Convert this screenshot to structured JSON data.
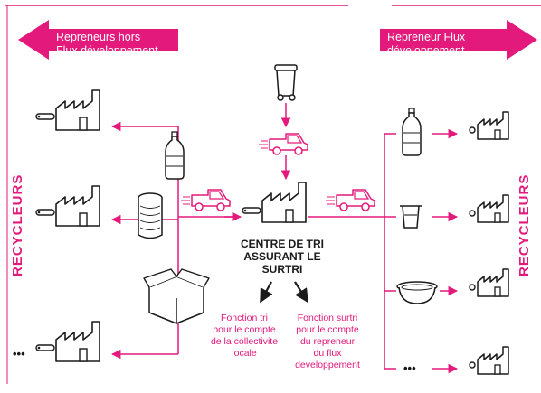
{
  "colors": {
    "accent": "#e3197b",
    "ink": "#1a1a1a",
    "paper": "#ffffff"
  },
  "left_banner": {
    "line1": "Repreneurs hors",
    "line2": "Flux développement"
  },
  "right_banner": {
    "line1": "Repreneur Flux",
    "line2": "développement"
  },
  "left_side_label": "RECYCLEURS",
  "right_side_label": "RECYCLEURS",
  "center": {
    "line1": "CENTRE DE TRI",
    "line2": "ASSURANT LE",
    "line3": "SURTRI"
  },
  "function_local": {
    "line1": "Fonction tri",
    "line2": "pour le compte",
    "line3": "de la collectivite",
    "line4": "locale"
  },
  "function_surtri": {
    "line1": "Fonction surtri",
    "line2": "pour le compte",
    "line3": "du repreneur",
    "line4": "du flux",
    "line5": "developpement"
  },
  "left_ellipsis": "•••",
  "right_ellipsis": "•••",
  "icons": [
    "wheelie-bin-icon",
    "truck-icon",
    "factory-icon",
    "bottle-icon",
    "can-icon",
    "box-icon",
    "tray-icon",
    "bowl-icon"
  ]
}
